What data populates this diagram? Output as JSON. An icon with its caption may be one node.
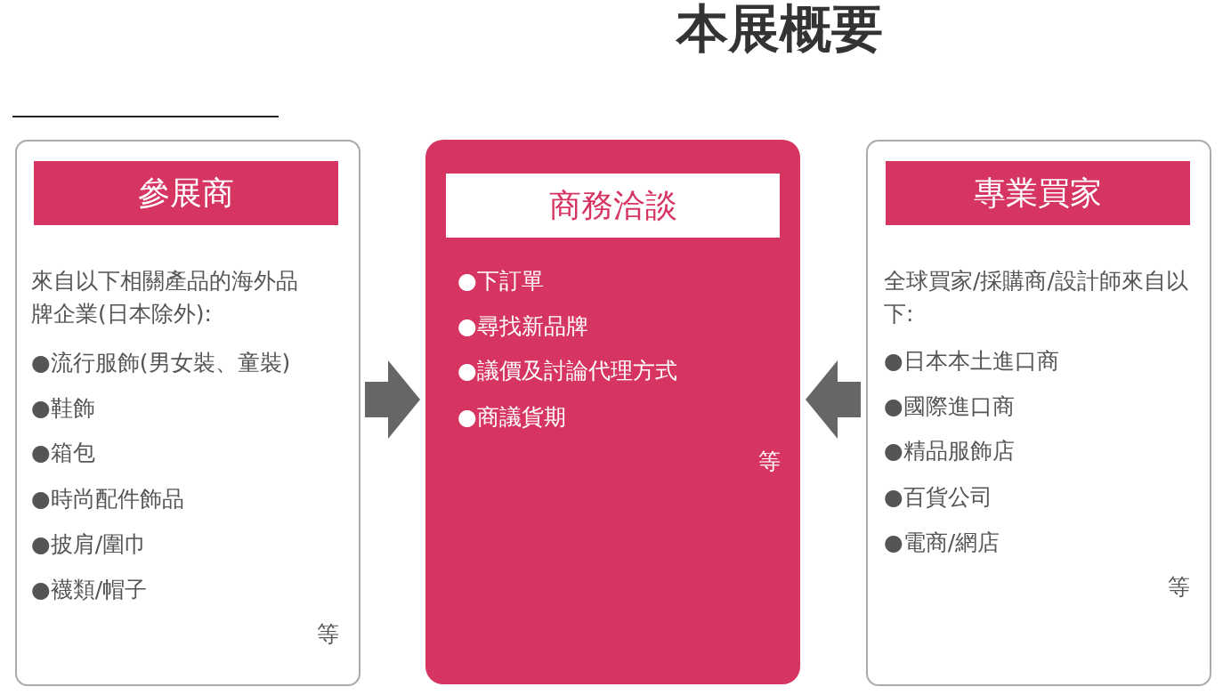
{
  "diagram": {
    "title": "本展概要",
    "nodes": [
      {
        "text": [
          "來自以下相關產品的海外品牌企業(日本除外):",
          "●流行服飾(男女裝、童裝)",
          "●鞋飾",
          "●箱包",
          "●時尚配件飾品",
          "●披肩/圍巾",
          "●襪類/帽子",
          "等"
        ]
      },
      {
        "text": [
          "參展商"
        ],
        "in": 0
      },
      {
        "text": [
          "●下訂單",
          "●尋找新品牌",
          "●議價及討論代理方式",
          "●商議貨期",
          "等"
        ]
      },
      {
        "text": [
          "商務洽談"
        ],
        "in": 2
      },
      {
        "text": [
          "全球買家/採購商/設計師來自以下:",
          "●日本本土進口商",
          "●國際進口商",
          "●精品服飾店",
          "●百貨公司",
          "●電商/網店",
          "等"
        ]
      },
      {
        "text": [
          "專業買家"
        ],
        "in": 4
      }
    ],
    "edges": [
      {
        "from": 0,
        "to": 2,
        "arrow": "to"
      },
      {
        "from": 4,
        "to": 2,
        "arrow": "to"
      }
    ]
  }
}
